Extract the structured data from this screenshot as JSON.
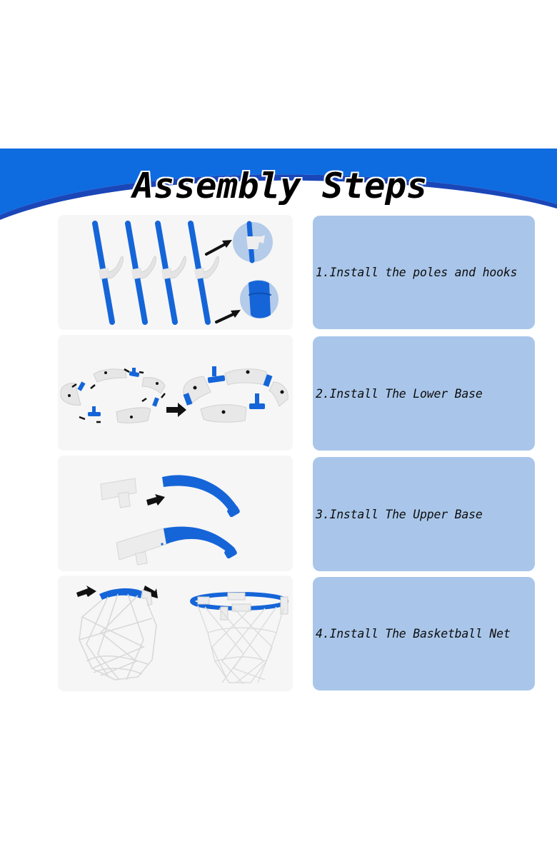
{
  "header": {
    "title": "Assembly Steps",
    "banner_color": "#0f6be0",
    "banner_edge_color": "#1a46b8"
  },
  "steps": [
    {
      "number": 1,
      "label": "1.Install the poles and hooks",
      "image": "poles-and-hooks-illustration"
    },
    {
      "number": 2,
      "label": "2.Install The Lower Base",
      "image": "lower-base-illustration"
    },
    {
      "number": 3,
      "label": "3.Install The Upper Base",
      "image": "upper-base-illustration"
    },
    {
      "number": 4,
      "label": "4.Install The Basketball Net",
      "image": "basketball-net-illustration"
    }
  ],
  "colors": {
    "step_card_bg": "#a9c6ea",
    "image_panel_bg": "#f6f6f6",
    "part_blue": "#1565d8",
    "part_white": "#e8e8e8",
    "arrow": "#111111"
  }
}
